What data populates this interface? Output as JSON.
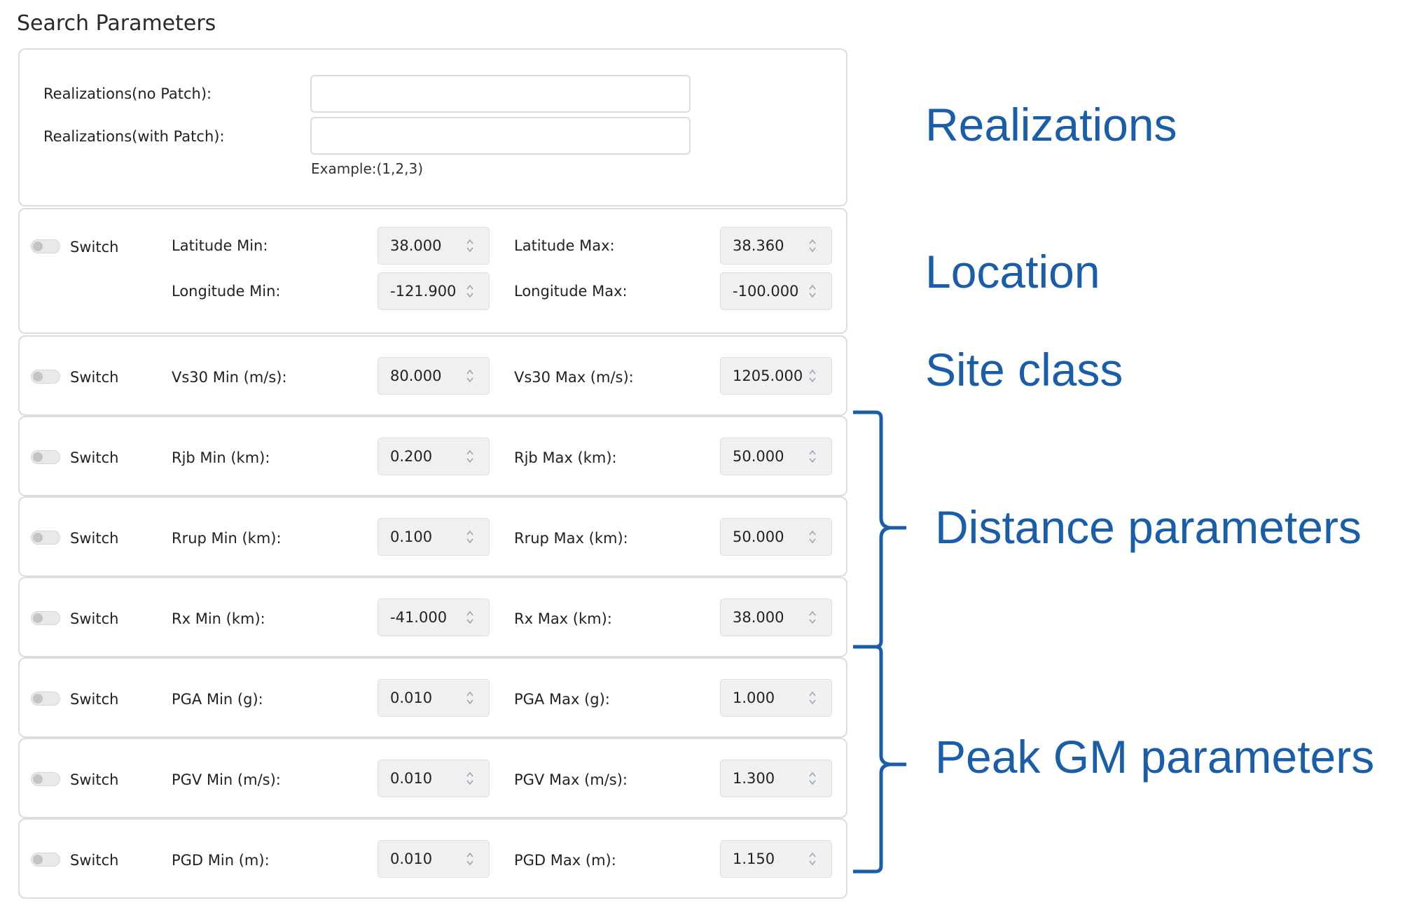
{
  "title": "Search Parameters",
  "realizations": {
    "no_patch_label": "Realizations(no Patch):",
    "with_patch_label": "Realizations(with Patch):",
    "no_patch_value": "",
    "with_patch_value": "",
    "example": "Example:(1,2,3)"
  },
  "switch_label": "Switch",
  "location": {
    "lat_min_label": "Latitude Min:",
    "lat_min": "38.000",
    "lat_max_label": "Latitude Max:",
    "lat_max": "38.360",
    "lon_min_label": "Longitude Min:",
    "lon_min": "-121.900",
    "lon_max_label": "Longitude Max:",
    "lon_max": "-100.000"
  },
  "rows": [
    {
      "min_label": "Vs30 Min (m/s):",
      "min": "80.000",
      "max_label": "Vs30 Max (m/s):",
      "max": "1205.000"
    },
    {
      "min_label": "Rjb Min (km):",
      "min": "0.200",
      "max_label": "Rjb Max (km):",
      "max": "50.000"
    },
    {
      "min_label": "Rrup Min (km):",
      "min": "0.100",
      "max_label": "Rrup Max (km):",
      "max": "50.000"
    },
    {
      "min_label": "Rx Min (km):",
      "min": "-41.000",
      "max_label": "Rx Max (km):",
      "max": "38.000"
    },
    {
      "min_label": "PGA Min (g):",
      "min": "0.010",
      "max_label": "PGA Max (g):",
      "max": "1.000"
    },
    {
      "min_label": "PGV Min (m/s):",
      "min": "0.010",
      "max_label": "PGV Max (m/s):",
      "max": "1.300"
    },
    {
      "min_label": "PGD Min (m):",
      "min": "0.010",
      "max_label": "PGD Max (m):",
      "max": "1.150"
    }
  ],
  "annotations": {
    "realizations": "Realizations",
    "location": "Location",
    "site_class": "Site class",
    "distance": "Distance parameters",
    "peak_gm": "Peak GM parameters"
  },
  "colors": {
    "annotation": "#1a5da8",
    "input_bg": "#eef0f2",
    "border": "#dcdcdc"
  }
}
